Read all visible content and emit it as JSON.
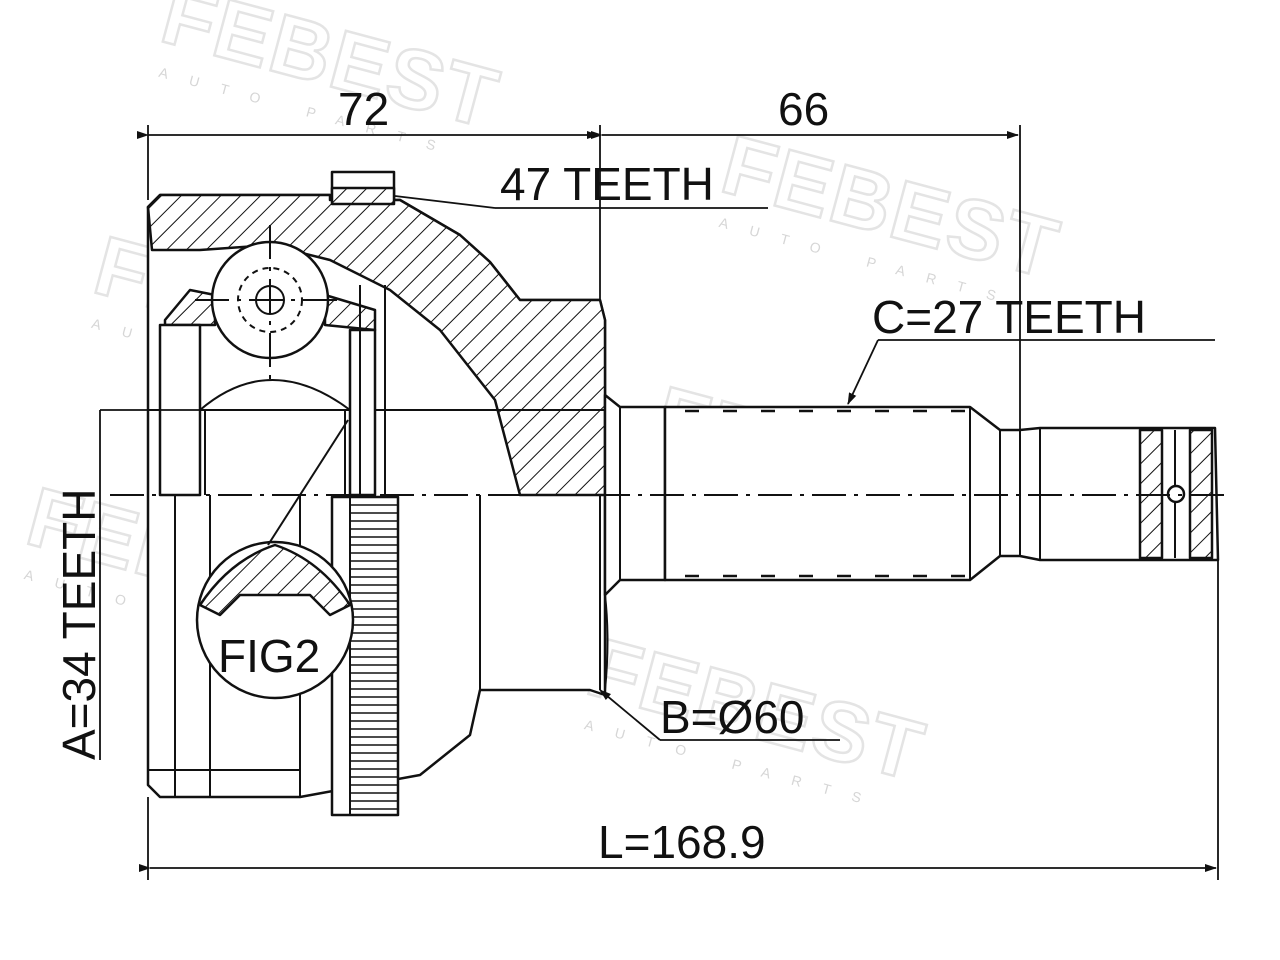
{
  "watermark": {
    "brand": "FEBEST",
    "tagline": "AUTO PARTS"
  },
  "dimensions": {
    "housing_length": "72",
    "shaft_length": "66",
    "total_length": "L=168.9"
  },
  "callouts": {
    "abs_teeth": "47 TEETH",
    "outer_spline": "C=27 TEETH",
    "inner_spline": "A=34 TEETH",
    "seal_diameter": "B=Ø60",
    "detail_view": "FIG2"
  }
}
